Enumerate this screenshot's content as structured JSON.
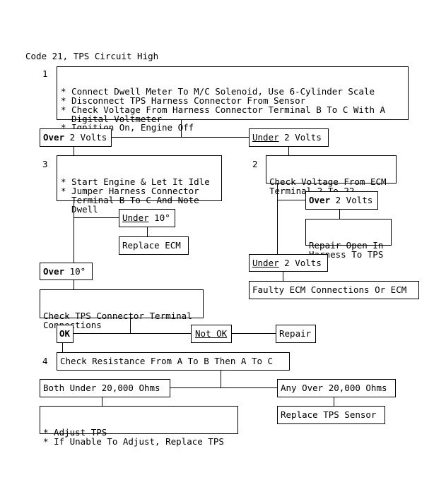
{
  "title": "Code 21, TPS Circuit High",
  "steps": {
    "s1_num": "1",
    "s1_lines": [
      "* Connect Dwell Meter To M/C Solenoid, Use 6-Cylinder Scale",
      "* Disconnect TPS Harness Connector From Sensor",
      "* Check Voltage From Harness Connector Terminal B To C With A",
      "  Digital Voltmeter",
      "* Ignition On, Engine Off"
    ],
    "over2_bold": "Over",
    "over2_rest": " 2 Volts",
    "under2_under": "Under",
    "under2_rest": " 2 Volts",
    "s3_num": "3",
    "s3_lines": [
      "* Start Engine & Let It Idle",
      "* Jumper Harness Connector",
      "  Terminal B To C And Note",
      "  Dwell"
    ],
    "s2_num": "2",
    "s2_lines": [
      "Check Voltage From ECM",
      "Terminal 2 To 22"
    ],
    "under10_under": "Under",
    "under10_rest": " 10°",
    "replace_ecm": "Replace ECM",
    "over2b_bold": "Over",
    "over2b_rest": " 2 Volts",
    "repair_open_lines": [
      "Repair Open In",
      "Harness To TPS"
    ],
    "over10_bold": "Over",
    "over10_rest": " 10°",
    "under2b_under": "Under",
    "under2b_rest": " 2 Volts",
    "faulty_ecm": "Faulty ECM Connections Or ECM",
    "check_tps_lines": [
      "Check TPS Connector Terminal",
      "Connections"
    ],
    "ok": "OK",
    "not_ok": "Not OK",
    "repair": "Repair",
    "s4_num": "4",
    "s4_text": "Check Resistance From A To B Then A To C",
    "both_under": "Both Under 20,000 Ohms",
    "any_over": "Any Over 20,000 Ohms",
    "adjust_lines": [
      "* Adjust TPS",
      "* If Unable To Adjust, Replace TPS"
    ],
    "replace_tps": "Replace TPS Sensor"
  }
}
